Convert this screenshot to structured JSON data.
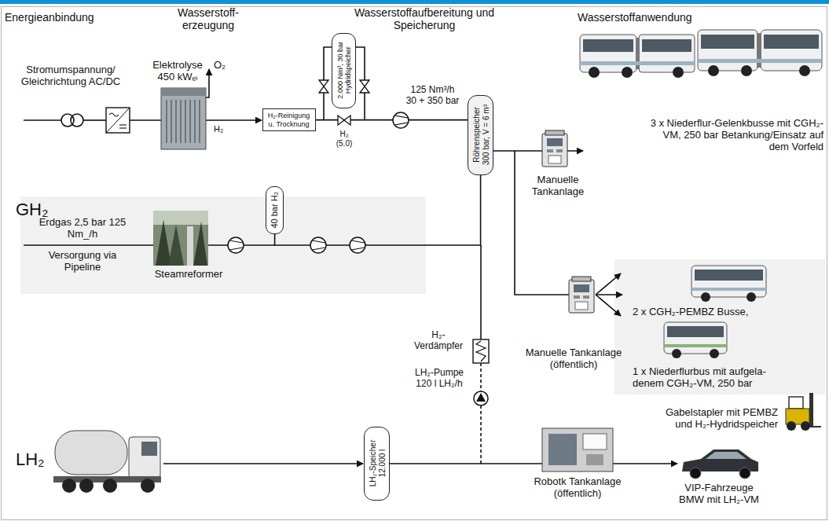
{
  "diagram": {
    "nodes": [
      {
        "text": [
          "H₂-Reinigung u. Trocknung"
        ]
      },
      {
        "text": [
          "2.000 Nm³, 30 bar Hydridspeicher"
        ]
      },
      {
        "text": [
          "Röhrenspeicher 300 bar, V = 6 m³"
        ]
      },
      {
        "text": [
          "40 bar H₂"
        ]
      },
      {
        "text": [
          "LH₂-Speicher 12.000 l"
        ]
      }
    ],
    "edges": [
      {
        "from": 0,
        "to": 2,
        "arrow": "none"
      },
      {
        "from": 3,
        "to": 2,
        "arrow": "none"
      }
    ],
    "labels": [
      "Energieanbindung",
      "Wasserstoff- erzeugung",
      "Wasserstoffaufbereitung und Speicherung",
      "Wasserstoffanwendung",
      "Stromumspannung/ Gleichrichtung AC/DC",
      "Elektrolyse 450 kWₑₗ",
      "O₂",
      "H₂",
      "H₂ (5.0)",
      "125 Nm³/h 30 + 350 bar",
      "GH₂",
      "Erdgas 2,5 bar 125 Nm_/h",
      "Versorgung via Pipeline",
      "Steamreformer",
      "H₂- Verdämpfer",
      "LH₂-Pumpe 120 l LH₂/h",
      "LH₂",
      "Manuelle Tankanlage",
      "Manuelle Tankanlage (öffentlich)",
      "Robotk Tankanlage (öffentlich)",
      "3 x Niederflur-Gelenkbusse mit CGH₂-VM, 250 bar Betankung/Einsatz auf dem Vorfeld",
      "2 x CGH₂-PEMBZ Busse,",
      "1 x Niederflurbus mit aufgela- denem CGH₂-VM, 250 bar",
      "Gabelstapler mit PEMBZ und H₂-Hydridspeicher",
      "VIP-Fahrzeuge BMW mit LH₂-VM"
    ]
  }
}
